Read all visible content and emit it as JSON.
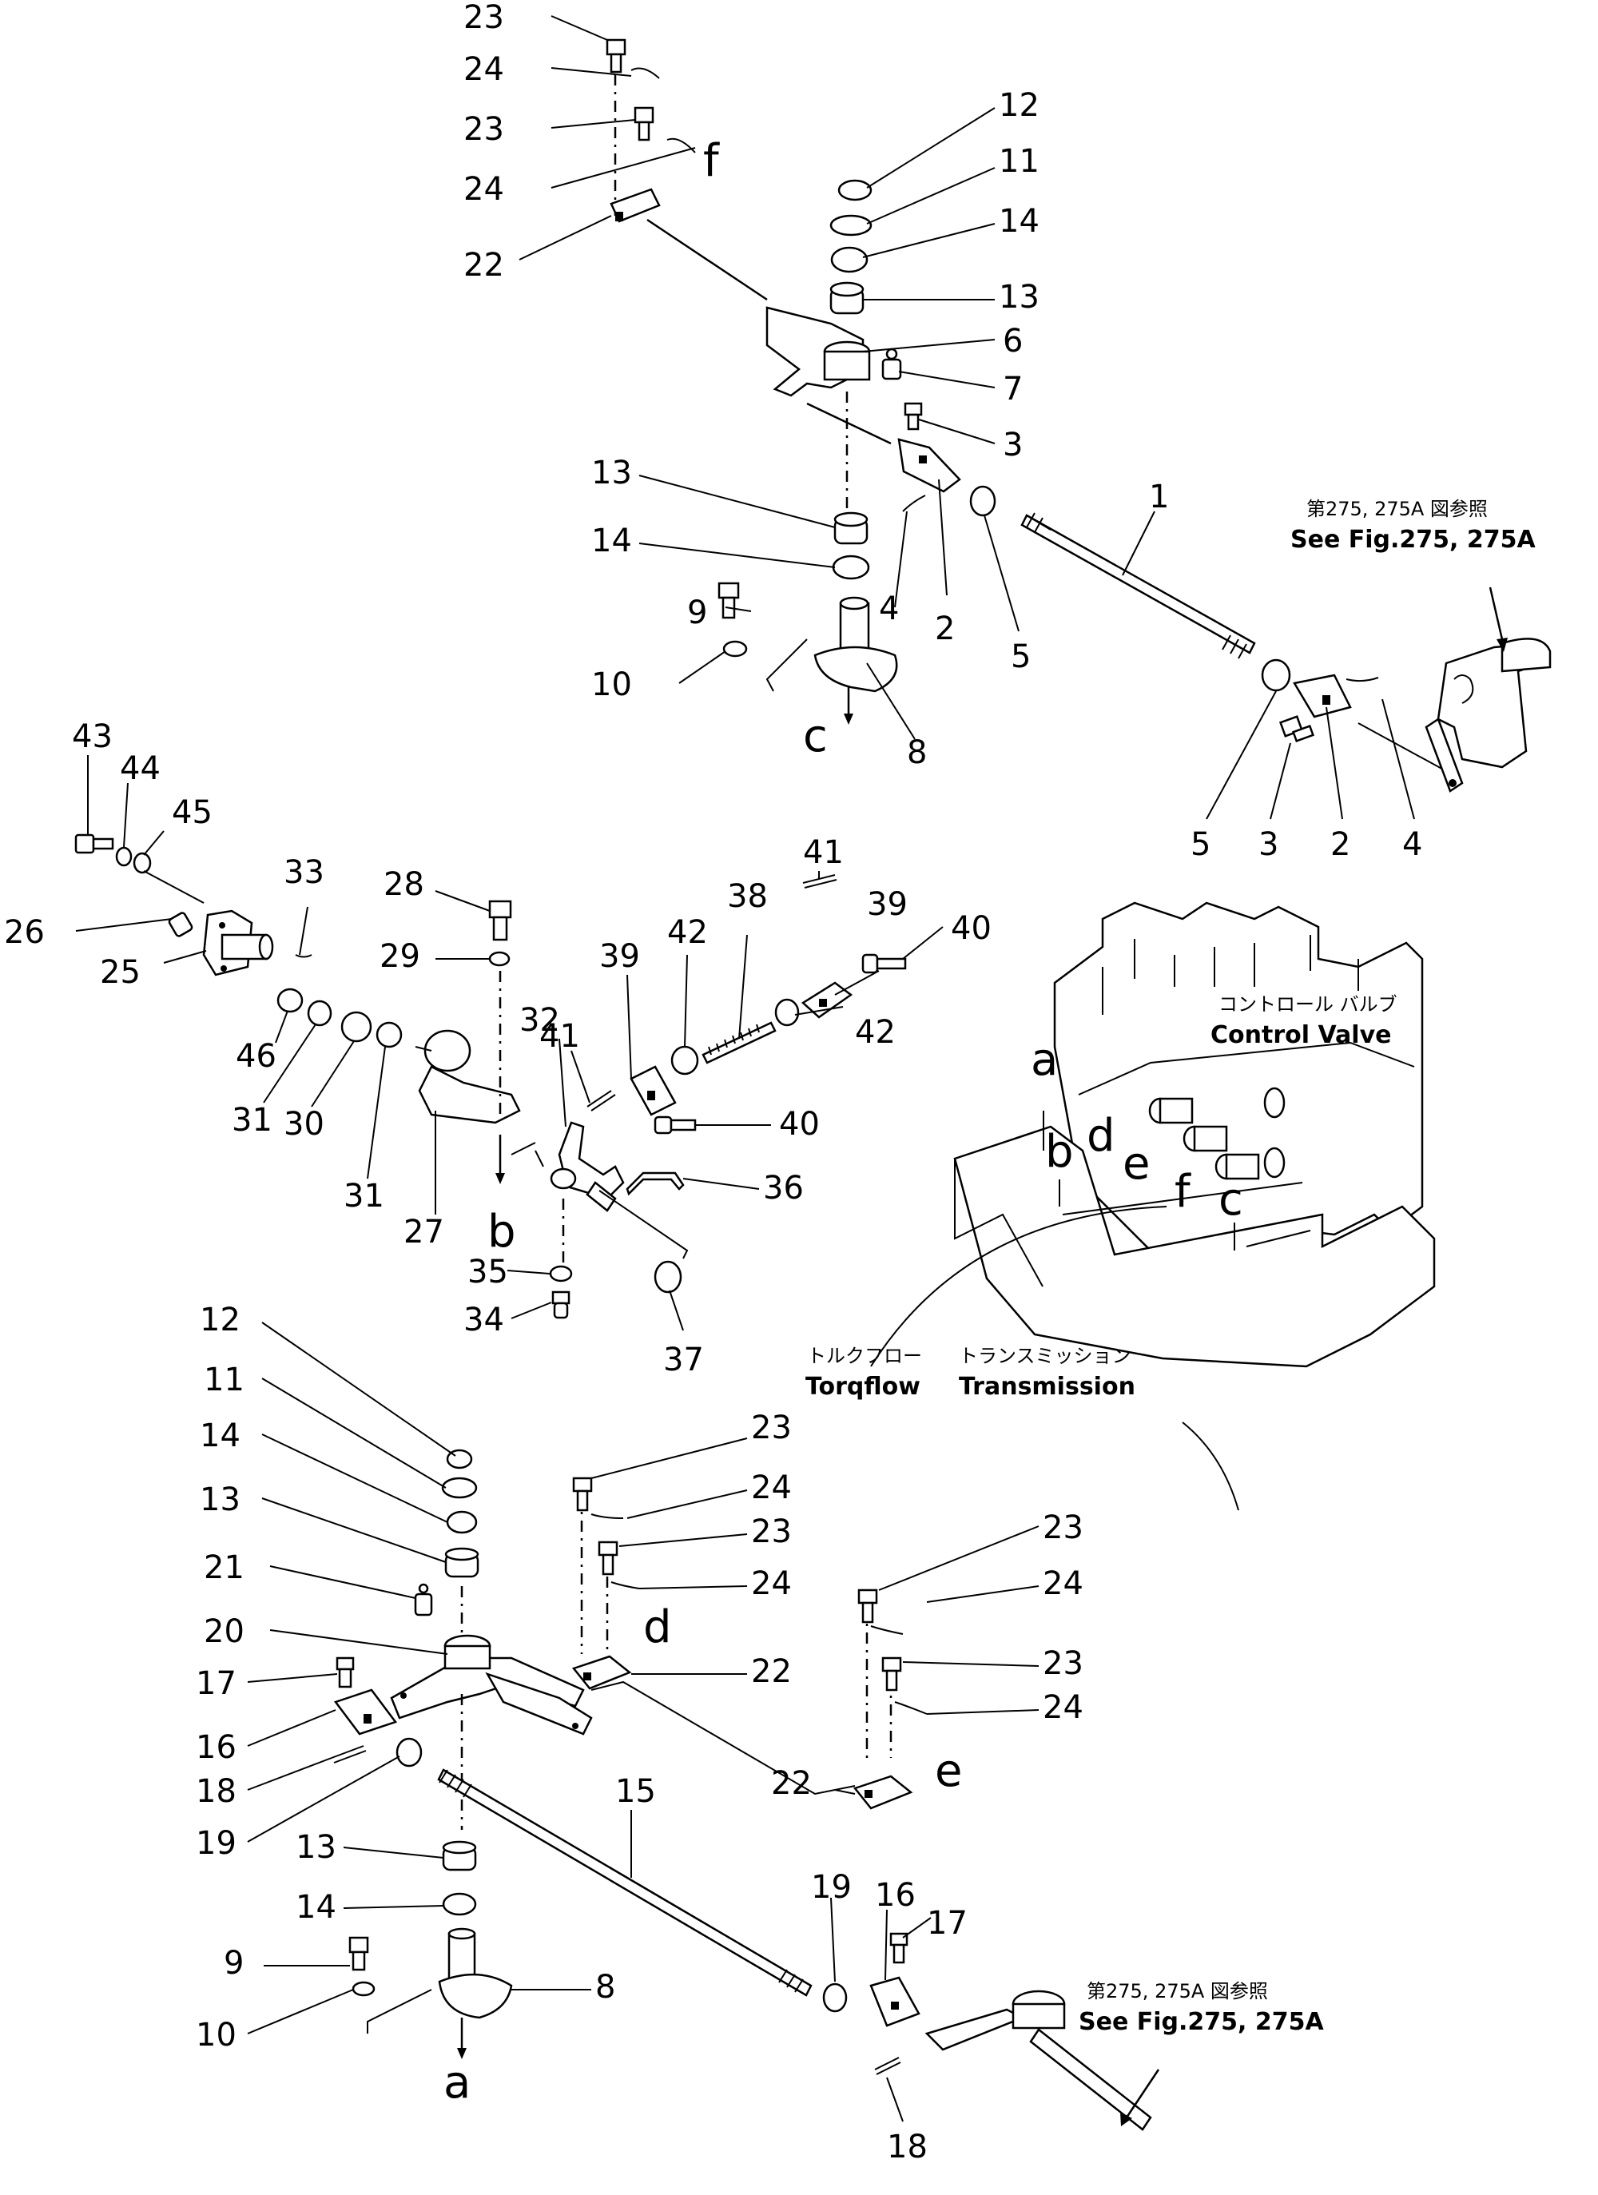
{
  "callouts": [
    "23",
    "24",
    "23",
    "24",
    "22",
    "12",
    "11",
    "14",
    "13",
    "6",
    "7",
    "3",
    "13",
    "14",
    "2",
    "4",
    "9",
    "10",
    "8",
    "5",
    "1",
    "5",
    "3",
    "2",
    "4",
    "43",
    "44",
    "45",
    "26",
    "25",
    "46",
    "31",
    "30",
    "31",
    "27",
    "33",
    "28",
    "29",
    "32",
    "35",
    "34",
    "37",
    "36",
    "41",
    "39",
    "42",
    "38",
    "41",
    "39",
    "40",
    "42",
    "40",
    "12",
    "11",
    "14",
    "13",
    "21",
    "20",
    "17",
    "16",
    "18",
    "19",
    "13",
    "14",
    "9",
    "10",
    "8",
    "15",
    "23",
    "24",
    "23",
    "24",
    "22",
    "23",
    "24",
    "23",
    "24",
    "22",
    "19",
    "16",
    "17",
    "18"
  ],
  "letters": [
    "f",
    "c",
    "b",
    "a",
    "b",
    "d",
    "e",
    "f",
    "c",
    "d",
    "e",
    "a"
  ],
  "references": {
    "upper": {
      "jp": "第275, 275A 図参照",
      "en": "See  Fig.275, 275A"
    },
    "lower": {
      "jp": "第275, 275A 図参照",
      "en": "See  Fig.275, 275A"
    }
  },
  "assembly_labels": {
    "control_valve_jp": "コントロール バルブ",
    "control_valve_en": "Control   Valve",
    "torqflow_jp": "トルクフロー",
    "torqflow_en": "Torqflow",
    "transmission_jp": "トランスミッション",
    "transmission_en": "Transmission"
  },
  "icons": {
    "bolt": "hex-bolt-icon",
    "nut": "hex-nut-icon",
    "washer": "washer-icon",
    "pin": "cotter-pin-icon",
    "clevis": "clevis-yoke-icon",
    "lever": "bellcrank-lever-icon",
    "rod": "threaded-rod-icon"
  }
}
